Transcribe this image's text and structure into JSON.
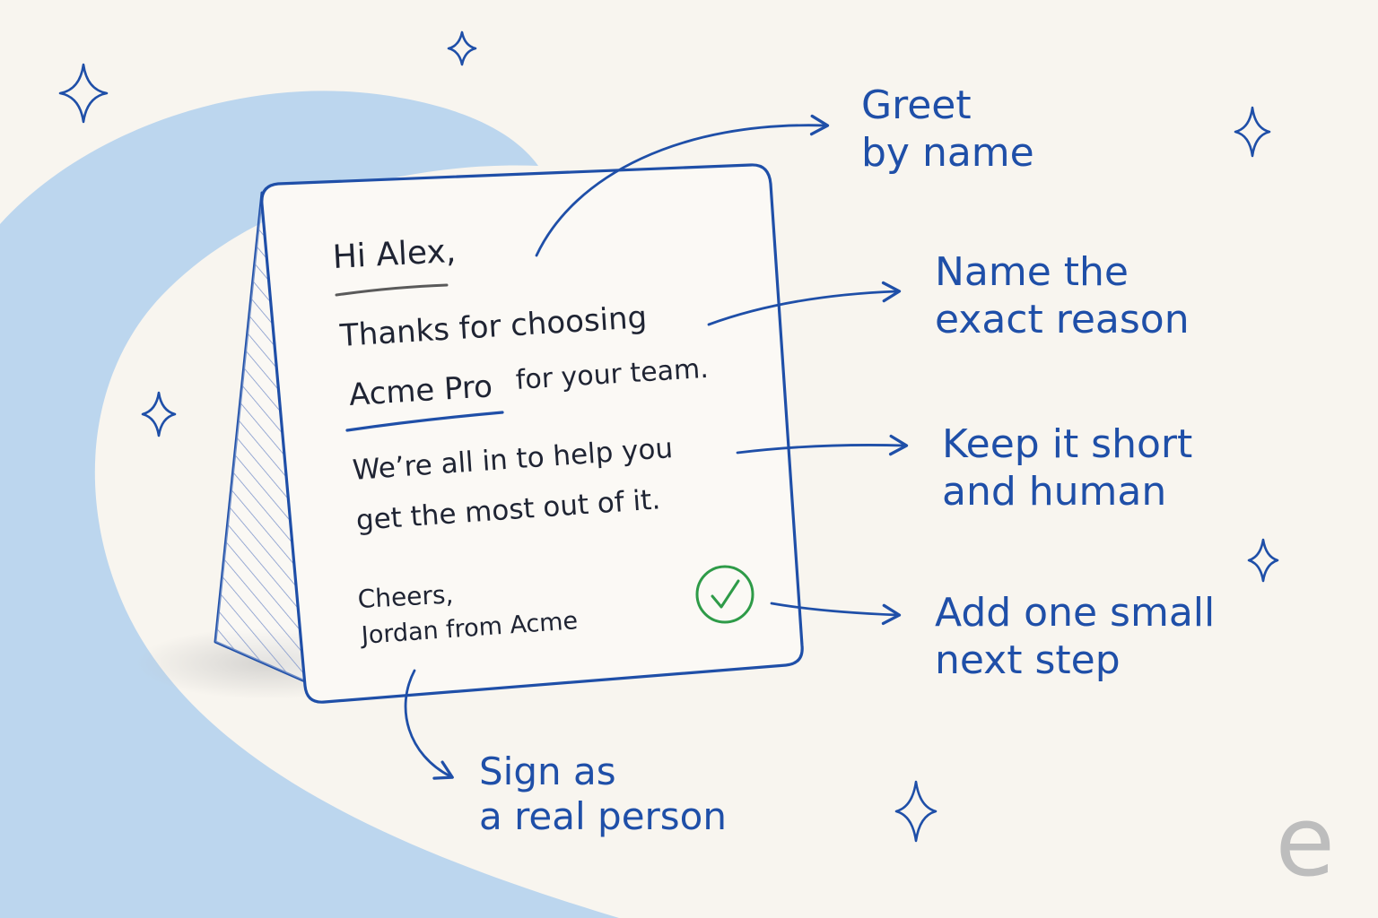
{
  "card": {
    "greeting": "Hi Alex,",
    "line1": "Thanks for choosing",
    "line2_product": "Acme Pro",
    "line2_rest": "for your team.",
    "line3": "We’re all in to help you",
    "line4": "get the most out of it.",
    "signoff": "Cheers,",
    "signature": "Jordan from Acme"
  },
  "annotations": [
    {
      "line1": "Greet",
      "line2": "by name"
    },
    {
      "line1": "Name the",
      "line2": "exact reason"
    },
    {
      "line1": "Keep it short",
      "line2": "and human"
    },
    {
      "line1": "Add one small",
      "line2": "next step"
    },
    {
      "line1": "Sign as",
      "line2": "a real person"
    }
  ],
  "watermark": "e",
  "colors": {
    "background": "#f8f5ef",
    "accent_blue": "#1f4fa8",
    "swoosh_blue": "#bcd6ee",
    "check_green": "#2e9b48",
    "ink": "#1f2433"
  }
}
